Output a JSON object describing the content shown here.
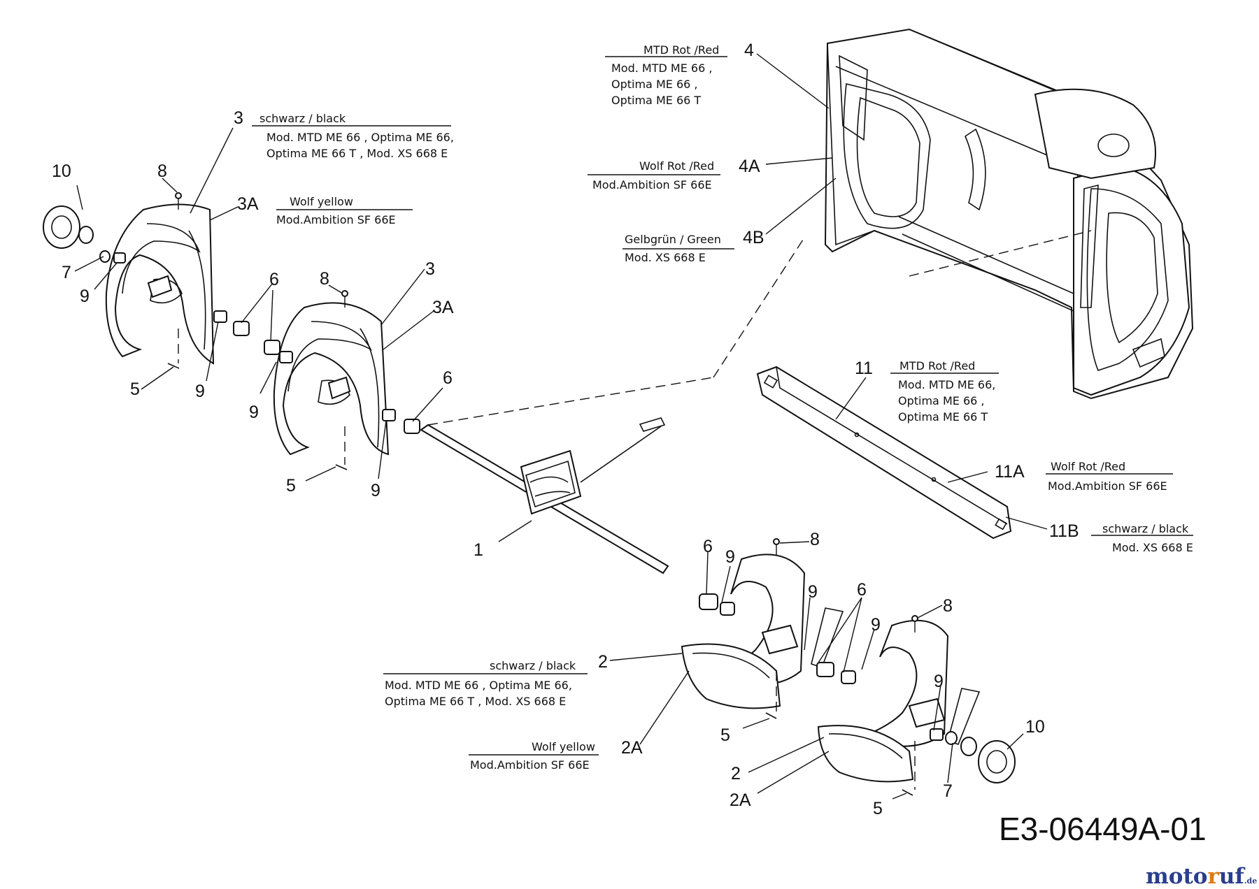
{
  "diagram_code": "E3-06449A-01",
  "brand": {
    "part1": "moto",
    "part2": "r",
    "part3": "uf",
    "tld": ".de"
  },
  "callouts": {
    "c1": "1",
    "c2a": "2",
    "c2b": "2",
    "c2Aa": "2A",
    "c2Ab": "2A",
    "c3a": "3",
    "c3b": "3",
    "c3Aa": "3A",
    "c3Ab": "3A",
    "c4": "4",
    "c4A": "4A",
    "c4B": "4B",
    "c5a": "5",
    "c5b": "5",
    "c5c": "5",
    "c5d": "5",
    "c6a": "6",
    "c6b": "6",
    "c6c": "6",
    "c6d": "6",
    "c7a": "7",
    "c7b": "7",
    "c8a": "8",
    "c8b": "8",
    "c8c": "8",
    "c8d": "8",
    "c9a": "9",
    "c9b": "9",
    "c9c": "9",
    "c9d": "9",
    "c9e": "9",
    "c9f": "9",
    "c9g": "9",
    "c9h": "9",
    "c10a": "10",
    "c10b": "10",
    "c11": "11",
    "c11A": "11A",
    "c11B": "11B"
  },
  "notes": {
    "n3_head": "schwarz / black",
    "n3_l1": "Mod. MTD ME 66 , Optima ME 66,",
    "n3_l2": "Optima ME 66 T ,  Mod. XS 668 E",
    "n3A_head": "Wolf yellow",
    "n3A_l1": "Mod.Ambition  SF 66E",
    "n4_head": "MTD Rot /Red",
    "n4_l1": "Mod. MTD ME 66 ,",
    "n4_l2": "Optima ME 66 ,",
    "n4_l3": "Optima ME 66 T",
    "n4A_head": "Wolf Rot /Red",
    "n4A_l1": "Mod.Ambition  SF 66E",
    "n4B_head": "Gelbgrün / Green",
    "n4B_l1": "Mod.  XS 668 E",
    "n11_head": "MTD Rot /Red",
    "n11_l1": "Mod. MTD ME 66,",
    "n11_l2": "Optima ME 66 ,",
    "n11_l3": "Optima ME 66 T",
    "n11A_head": "Wolf Rot /Red",
    "n11A_l1": "Mod.Ambition  SF 66E",
    "n11B_head": "schwarz / black",
    "n11B_l1": "Mod.  XS 668 E",
    "n2_head": "schwarz / black",
    "n2_l1": "Mod. MTD ME 66 , Optima ME 66,",
    "n2_l2": "Optima ME 66 T ,  Mod. XS 668 E",
    "n2A_head": "Wolf yellow",
    "n2A_l1": "Mod.Ambition  SF 66E"
  }
}
